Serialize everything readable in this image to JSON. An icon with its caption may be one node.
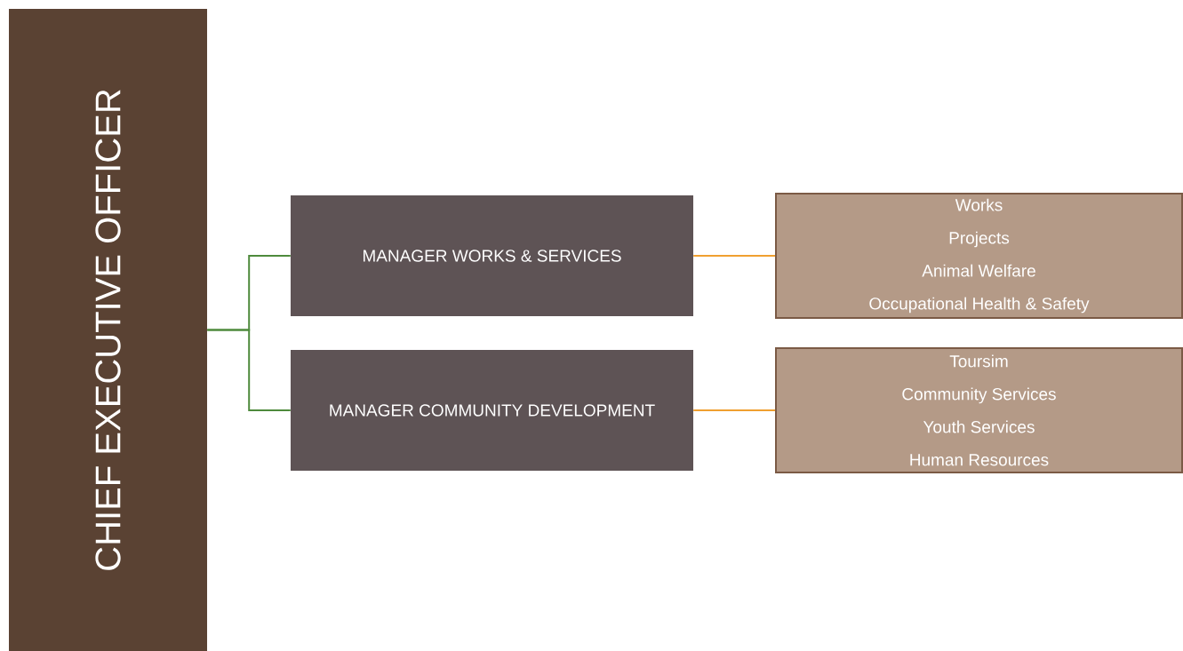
{
  "diagram": {
    "nodes": [
      {
        "text": [
          "CHIEF EXECUTIVE OFFICER"
        ]
      },
      {
        "text": [
          "MANAGER WORKS & SERVICES"
        ]
      },
      {
        "text": [
          "MANAGER COMMUNITY DEVELOPMENT"
        ]
      },
      {
        "text": [
          "Works",
          "Projects",
          "Animal Welfare",
          "Occupational Health & Safety"
        ]
      },
      {
        "text": [
          "Toursim",
          "Community Services",
          "Youth Services",
          "Human Resources"
        ]
      }
    ],
    "edges": [
      {
        "from": 0,
        "to": 1,
        "arrow": "none",
        "color": "#4e8a3c"
      },
      {
        "from": 0,
        "to": 2,
        "arrow": "none",
        "color": "#4e8a3c"
      },
      {
        "from": 1,
        "to": 3,
        "arrow": "none",
        "color": "#f0a030"
      },
      {
        "from": 2,
        "to": 4,
        "arrow": "none",
        "color": "#f0a030"
      }
    ]
  }
}
